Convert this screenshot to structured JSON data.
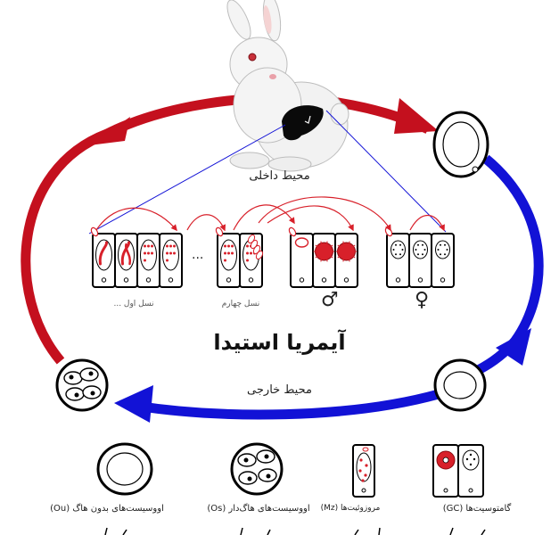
{
  "labels": {
    "inner_environment": "محیط داخلی",
    "outer_environment": "محیط خارجی",
    "title": "آیمریا استیدا",
    "first_generation": "نسل اول ...",
    "fourth_generation": "نسل چهارم",
    "ellipsis": "...",
    "male_symbol": "♂",
    "female_symbol": "♀"
  },
  "legend": {
    "unsporulated_oocysts": "اووسیست‌های بدون هاگ (Ou)",
    "sporulated_oocysts": "اووسیست‌های هاگ‌دار (Os)",
    "merozoites": "مروزوئیت‌ها (Mz)",
    "gametocytes": "گامتوسیت‌ها (GC)"
  },
  "colors": {
    "red_arrow": "#c4101e",
    "blue_arrow": "#1212d6",
    "black": "#000000",
    "rabbit_fur": "#f3f3f3",
    "parasite_red": "#d8202a"
  },
  "icons": [
    "rabbit-icon",
    "liver-icon",
    "oocyst-icon",
    "sporulated-oocyst-icon",
    "epithelial-cell-icon"
  ]
}
